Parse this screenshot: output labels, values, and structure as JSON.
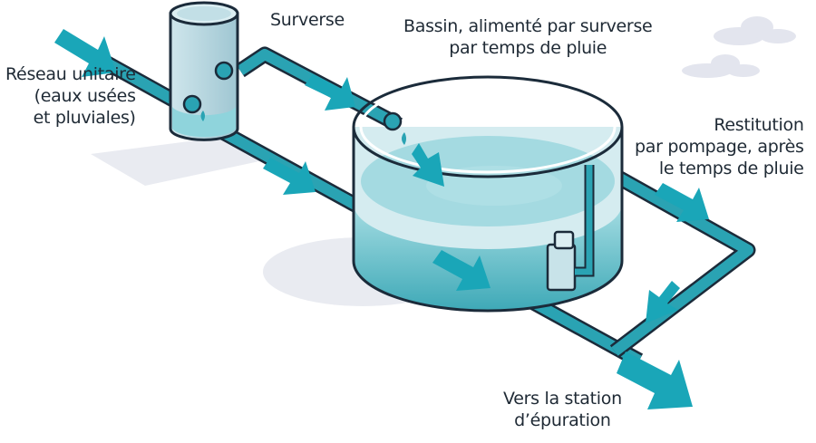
{
  "diagram": {
    "labels": {
      "reseau": [
        "Réseau unitaire",
        "(eaux usées",
        "et pluviales)"
      ],
      "surverse": "Surverse",
      "bassin": [
        "Bassin, alimenté par surverse",
        "par temps de pluie"
      ],
      "restitution": [
        "Restitution",
        "par pompage, après",
        "le temps de pluie"
      ],
      "station": [
        "Vers la station",
        "d’épuration"
      ]
    },
    "colors": {
      "pipe": "#2aa3b3",
      "pipe_dark": "#157e8c",
      "arrow": "#1aa6b8",
      "water": "#8fd4dc",
      "water_dark": "#4fb5c2",
      "outline": "#1b2b3a",
      "shadow": "#e9ebf1",
      "cloud": "#e3e5ee",
      "text": "#1f2a35"
    },
    "icons": [
      "cloud-icon",
      "pump-icon",
      "flow-arrow-icon"
    ]
  }
}
